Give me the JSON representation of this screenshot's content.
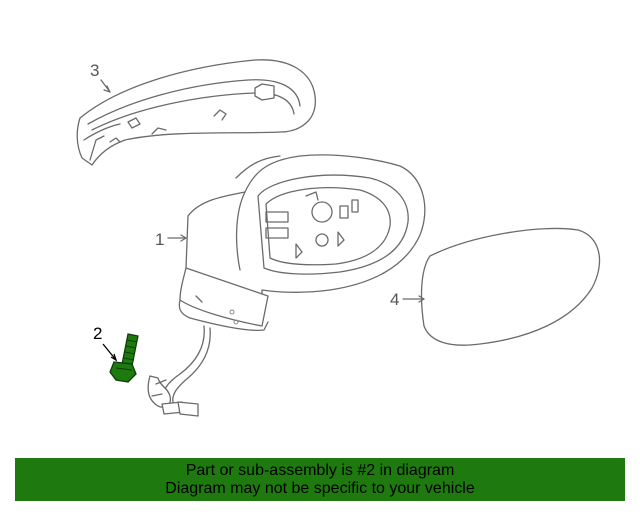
{
  "callouts": {
    "part1": "1",
    "part2": "2",
    "part3": "3",
    "part4": "4"
  },
  "highlight_color": "#1e7a0f",
  "banner": {
    "line1": "Part or sub-assembly is #2 in diagram",
    "line2": "Diagram may not be specific to your vehicle"
  }
}
